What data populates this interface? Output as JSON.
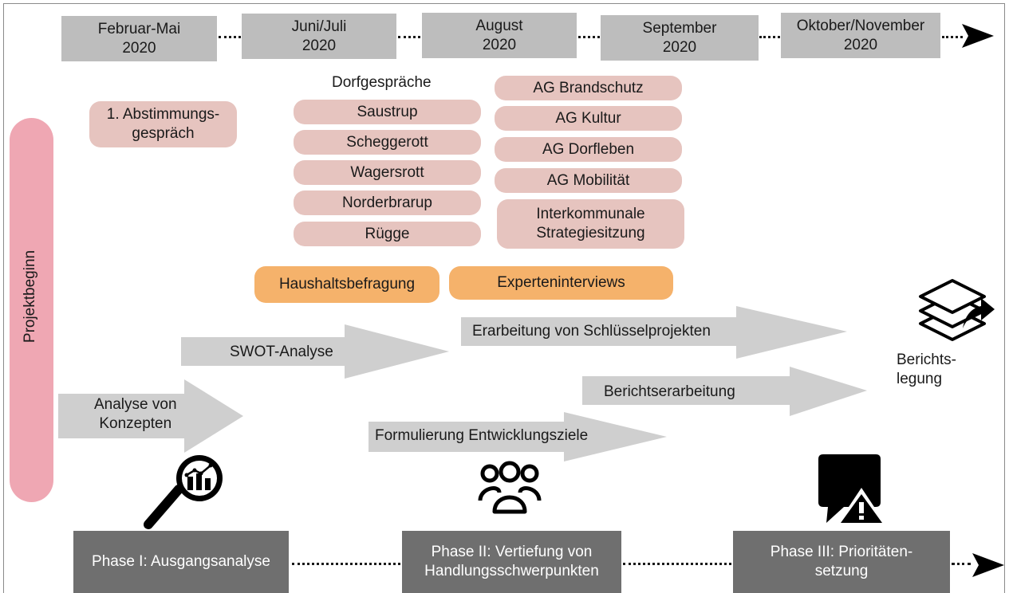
{
  "timeline": {
    "months": [
      "Februar-Mai\n2020",
      "Juni/Juli\n2020",
      "August\n2020",
      "September\n2020",
      "Oktober/November\n2020"
    ]
  },
  "projekt": {
    "label": "Projektbeginn"
  },
  "abstimmung": {
    "label": "1. Abstimmungs-\ngespräch"
  },
  "dorfgespraeche": {
    "heading": "Dorfgespräche",
    "items": [
      "Saustrup",
      "Scheggerott",
      "Wagersrott",
      "Norderbrarup",
      "Rügge"
    ]
  },
  "ags": {
    "items": [
      "AG Brandschutz",
      "AG Kultur",
      "AG Dorfleben",
      "AG Mobilität",
      "Interkommunale\nStrategiesitzung"
    ]
  },
  "surveys": {
    "haushalt": "Haushaltsbefragung",
    "experten": "Experteninterviews"
  },
  "arrows": {
    "analyse": "Analyse von\nKonzepten",
    "swot": "SWOT-Analyse",
    "schluessel": "Erarbeitung von Schlüsselprojekten",
    "bericht": "Berichtserarbeitung",
    "ziele": "Formulierung Entwicklungsziele"
  },
  "berichtslegung": {
    "label": "Berichts-\nlegung"
  },
  "phases": {
    "p1": "Phase I: Ausgangsanalyse",
    "p2": "Phase II: Vertiefung von\nHandlungsschwerpunkten",
    "p3": "Phase III: Prioritäten-\nsetzung"
  },
  "icons": [
    "magnifier-chart-icon",
    "group-people-icon",
    "warning-chat-icon",
    "layers-share-icon"
  ],
  "colors": {
    "month_box": "#bdbdbd",
    "pill": "#e6c4bf",
    "orange": "#f5b26b",
    "projekt": "#efa7b3",
    "arrow": "#cfcfcf",
    "phase": "#6f6f6f"
  }
}
